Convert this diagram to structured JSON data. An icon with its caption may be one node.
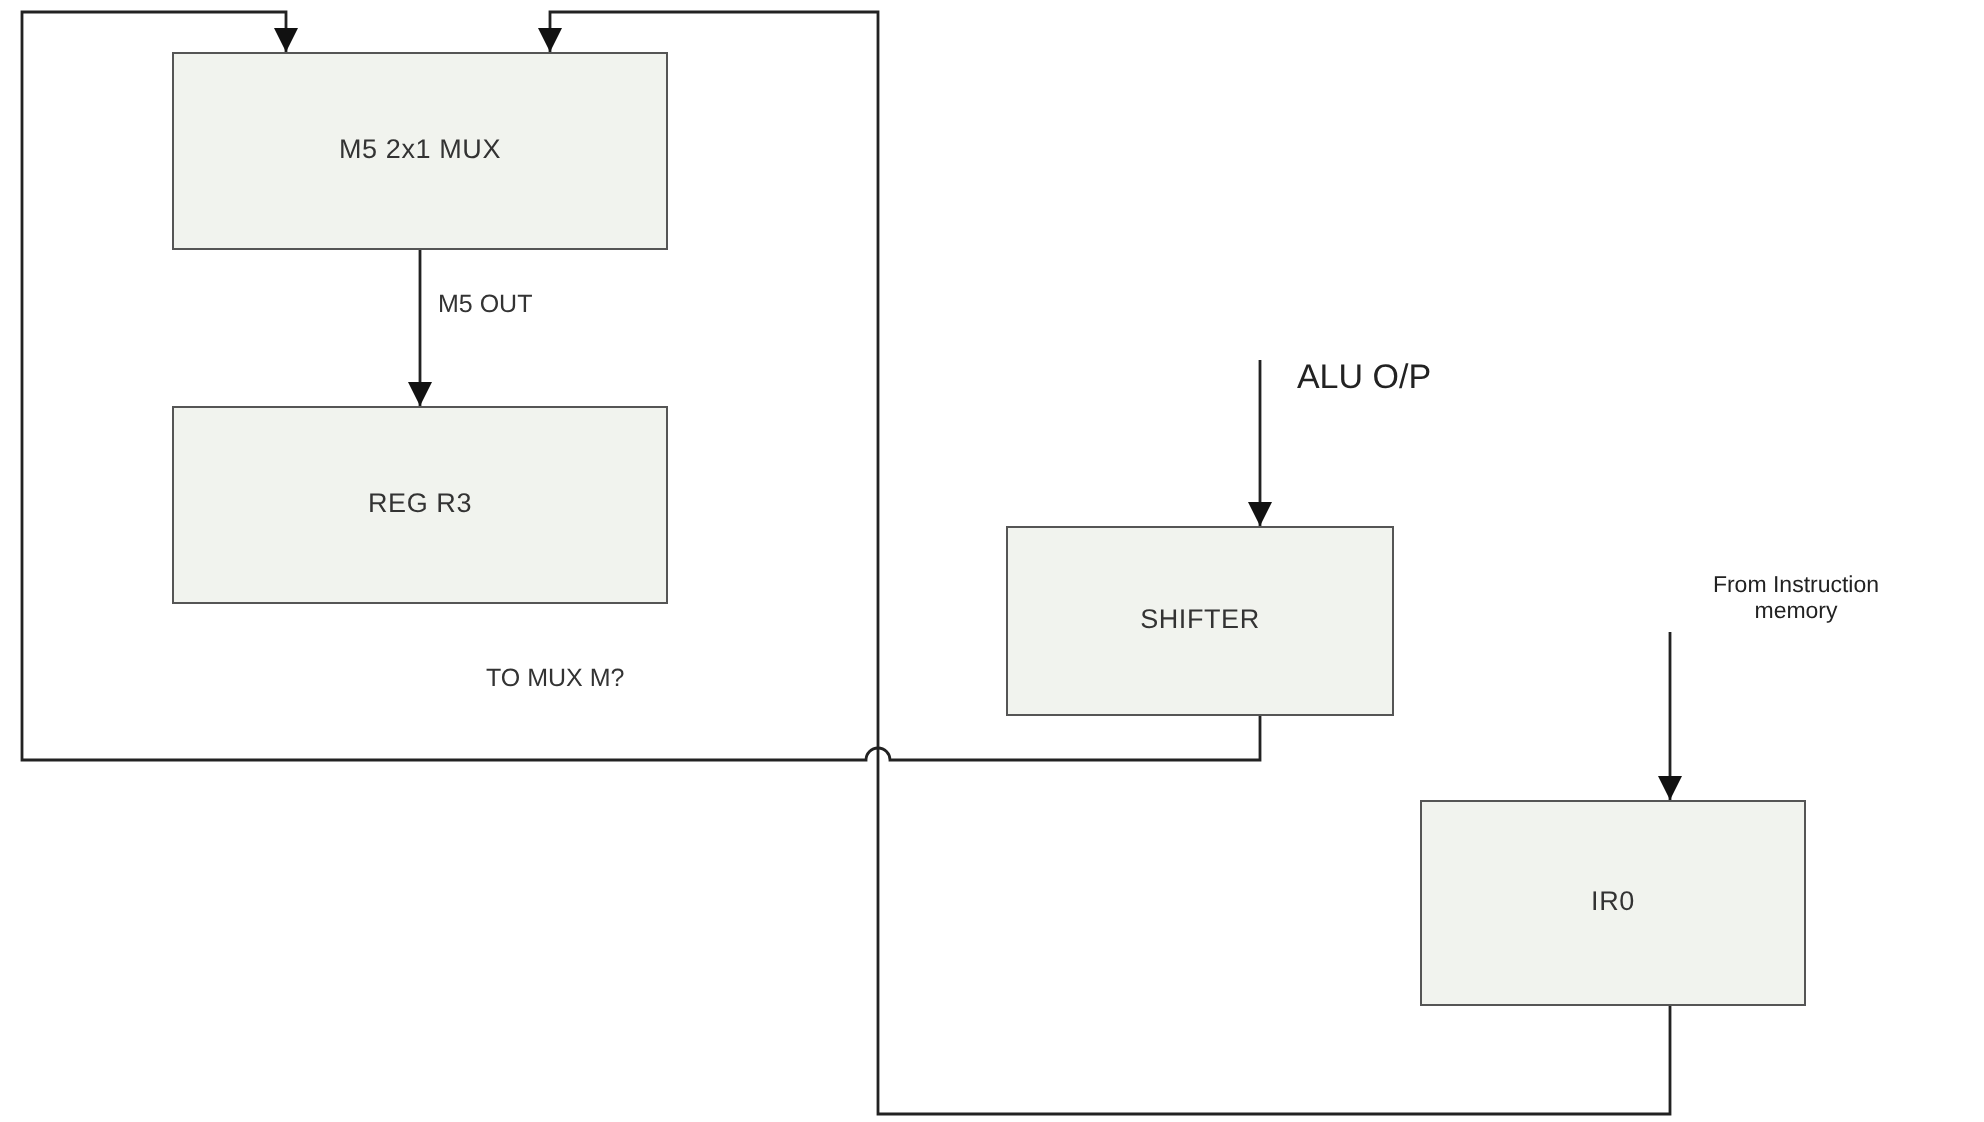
{
  "diagram": {
    "nodes": [
      {
        "text": [
          "M5 2x1 MUX"
        ]
      },
      {
        "text": [
          "REG R3"
        ]
      },
      {
        "text": [
          "SHIFTER"
        ]
      },
      {
        "text": [
          "IR0"
        ]
      },
      {
        "text": [
          "ALU O/P"
        ]
      },
      {
        "text": [
          "From Instruction memory"
        ]
      }
    ],
    "edges": [
      {
        "from": 0,
        "to": 1,
        "arrow": "to",
        "label": "M5 OUT"
      },
      {
        "from": 2,
        "to": 0,
        "arrow": "to"
      },
      {
        "from": 3,
        "to": 0,
        "arrow": "to"
      },
      {
        "from": 4,
        "to": 2,
        "arrow": "to"
      },
      {
        "from": 5,
        "to": 3,
        "arrow": "to"
      }
    ],
    "labels": [
      "TO MUX M?"
    ]
  }
}
